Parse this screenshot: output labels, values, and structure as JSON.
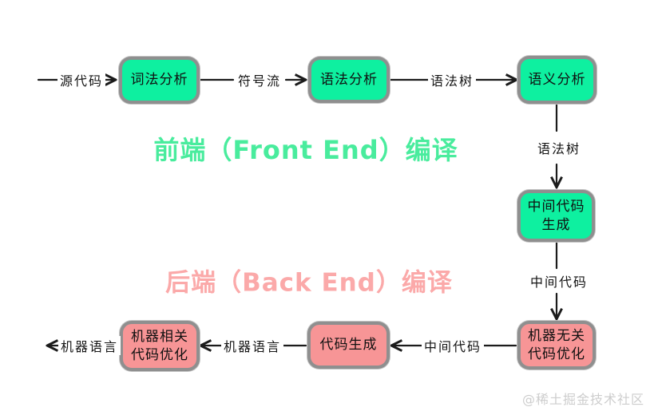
{
  "diagram": {
    "titles": {
      "front_end": "前端（Front End）编译",
      "back_end": "后端（Back End）编译"
    },
    "nodes": [
      {
        "id": "lexical-analysis",
        "label": "词法分析",
        "type": "green"
      },
      {
        "id": "syntax-analysis",
        "label": "语法分析",
        "type": "green"
      },
      {
        "id": "semantic-analysis",
        "label": "语义分析",
        "type": "green"
      },
      {
        "id": "intermediate-code-generation",
        "label": "中间代码\n生成",
        "type": "green"
      },
      {
        "id": "machine-independent-optimization",
        "label": "机器无关\n代码优化",
        "type": "pink"
      },
      {
        "id": "code-generation",
        "label": "代码生成",
        "type": "pink"
      },
      {
        "id": "machine-dependent-optimization",
        "label": "机器相关\n代码优化",
        "type": "pink"
      }
    ],
    "edge_labels": {
      "source_code": "源代码",
      "token_stream": "符号流",
      "syntax_tree_top": "语法树",
      "syntax_tree_right": "语法树",
      "intermediate_code_right": "中间代码",
      "intermediate_code_bottom": "中间代码",
      "machine_language_mid": "机器语言",
      "machine_language_out": "机器语言"
    },
    "watermark": "@稀土掘金技术社区",
    "colors": {
      "node-green": "#0ef0a0",
      "node-pink": "#f79596",
      "title-green": "#49ec9d",
      "title-pink": "#fba9a9",
      "border": "#8f8f8f",
      "line": "#1b1b1b",
      "watermark": "#cdcdcd"
    }
  }
}
